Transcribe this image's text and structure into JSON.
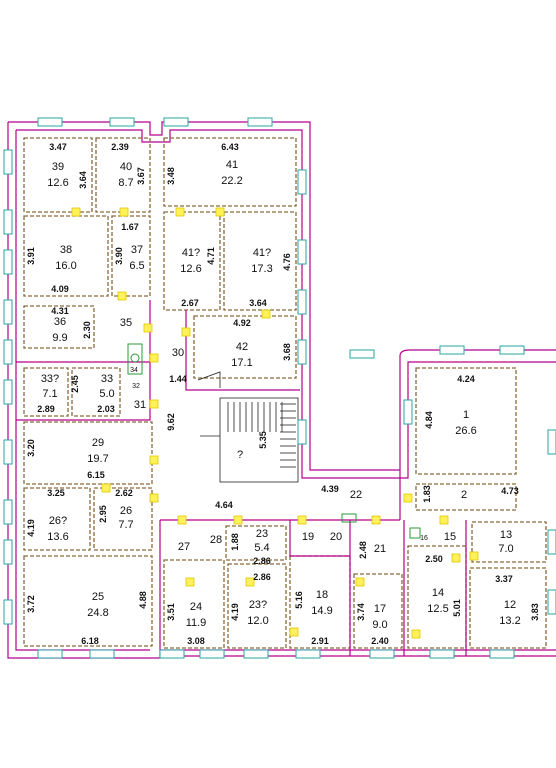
{
  "rooms": [
    {
      "num": "39",
      "area": "12.6"
    },
    {
      "num": "40",
      "area": "8.7"
    },
    {
      "num": "41",
      "area": "22.2"
    },
    {
      "num": "38",
      "area": "16.0"
    },
    {
      "num": "37",
      "area": "6.5"
    },
    {
      "num": "41?",
      "area": "12.6"
    },
    {
      "num": "41?",
      "area": "17.3"
    },
    {
      "num": "36",
      "area": "9.9"
    },
    {
      "num": "42",
      "area": "17.1"
    },
    {
      "num": "1",
      "area": "26.6"
    },
    {
      "num": "33?",
      "area": "7.1"
    },
    {
      "num": "33",
      "area": "5.0"
    },
    {
      "num": "29",
      "area": "19.7"
    },
    {
      "num": "26?",
      "area": "13.6"
    },
    {
      "num": "26",
      "area": "7.7"
    },
    {
      "num": "23",
      "area": "5.4"
    },
    {
      "num": "25",
      "area": "24.8"
    },
    {
      "num": "24",
      "area": "11.9"
    },
    {
      "num": "23?",
      "area": "12.0"
    },
    {
      "num": "18",
      "area": "14.9"
    },
    {
      "num": "17",
      "area": "9.0"
    },
    {
      "num": "14",
      "area": "12.5"
    },
    {
      "num": "12",
      "area": "13.2"
    },
    {
      "num": "13",
      "area": "7.0"
    }
  ],
  "labels": [
    "35",
    "30",
    "31",
    "34",
    "32",
    "?",
    "22",
    "2",
    "27",
    "28",
    "19",
    "20",
    "21",
    "15",
    "16"
  ],
  "dims": [
    "3.47",
    "2.39",
    "6.43",
    "3.64",
    "3.67",
    "3.48",
    "3.91",
    "3.90",
    "4.71",
    "4.76",
    "1.67",
    "4.09",
    "4.31",
    "2.30",
    "2.67",
    "3.64",
    "4.92",
    "3.68",
    "1.44",
    "4.24",
    "4.84",
    "2.45",
    "2.89",
    "2.03",
    "9.62",
    "5.35",
    "3.20",
    "6.15",
    "3.25",
    "2.62",
    "2.95",
    "4.19",
    "4.64",
    "4.39",
    "1.83",
    "4.73",
    "1.88",
    "2.86",
    "2.86",
    "2.48",
    "2.50",
    "3.37",
    "3.72",
    "4.88",
    "3.51",
    "4.19",
    "5.16",
    "3.74",
    "5.01",
    "3.83",
    "6.18",
    "3.08",
    "2.91",
    "2.40"
  ],
  "colors": {
    "walls": "#b8008a",
    "rooms": "#8a6a3a",
    "windows": "#2aa6a6",
    "doors": "#fff15a"
  }
}
